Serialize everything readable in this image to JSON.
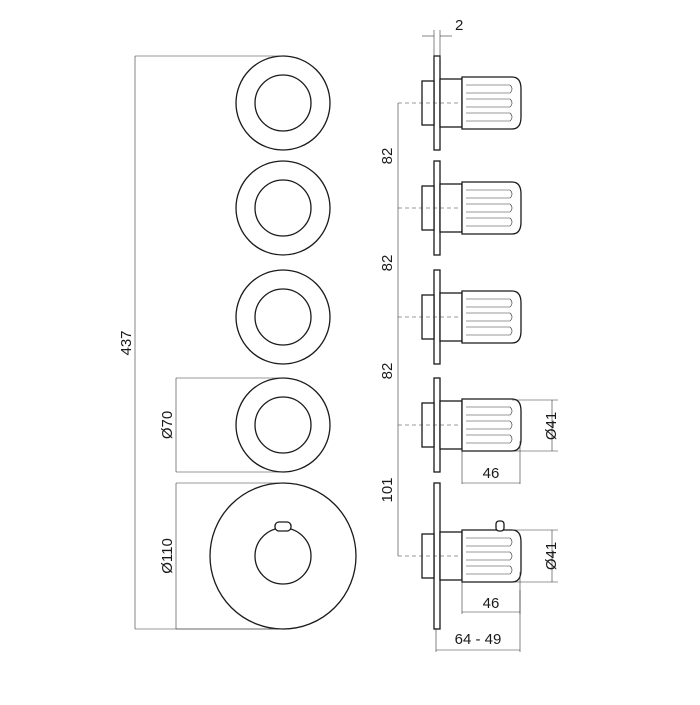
{
  "drawing": {
    "labels": {
      "dim_437": "437",
      "dim_diam70": "Ø70",
      "dim_diam110": "Ø110",
      "dim_2": "2",
      "dim_82_a": "82",
      "dim_82_b": "82",
      "dim_82_c": "82",
      "dim_101": "101",
      "dim_diam41_a": "Ø41",
      "dim_46_a": "46",
      "dim_diam41_b": "Ø41",
      "dim_46_b": "46",
      "dim_64_49": "64 - 49"
    },
    "colors": {
      "line": "#1a1a1a",
      "background": "#ffffff"
    }
  }
}
